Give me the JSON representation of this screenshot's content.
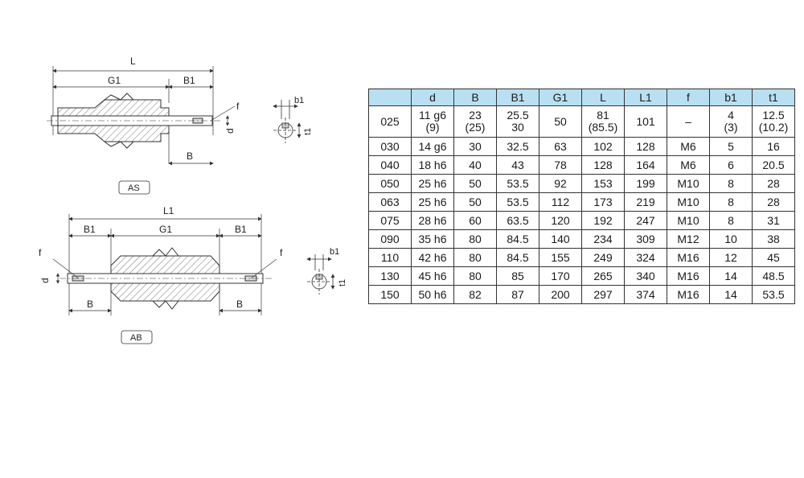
{
  "drawing": {
    "view_as": {
      "label": "AS",
      "dims": {
        "L": "L",
        "G1": "G1",
        "B1": "B1",
        "B": "B",
        "f": "f",
        "d": "d"
      }
    },
    "view_ab": {
      "label": "AB",
      "dims": {
        "L1": "L1",
        "B1_left": "B1",
        "G1": "G1",
        "B1_right": "B1",
        "B": "B",
        "B_right": "B",
        "f_left": "f",
        "f_right": "f",
        "d": "d"
      }
    },
    "key_as": {
      "b1": "b1",
      "t1": "t1"
    },
    "key_ab": {
      "b1": "b1",
      "t1": "t1"
    }
  },
  "table": {
    "headers": [
      "",
      "d",
      "B",
      "B1",
      "G1",
      "L",
      "L1",
      "f",
      "b1",
      "t1"
    ],
    "rows": [
      [
        "025",
        "11 g6\n(9)",
        "23\n(25)",
        "25.5\n30",
        "50",
        "81\n(85.5)",
        "101",
        "–",
        "4\n(3)",
        "12.5\n(10.2)"
      ],
      [
        "030",
        "14 g6",
        "30",
        "32.5",
        "63",
        "102",
        "128",
        "M6",
        "5",
        "16"
      ],
      [
        "040",
        "18 h6",
        "40",
        "43",
        "78",
        "128",
        "164",
        "M6",
        "6",
        "20.5"
      ],
      [
        "050",
        "25 h6",
        "50",
        "53.5",
        "92",
        "153",
        "199",
        "M10",
        "8",
        "28"
      ],
      [
        "063",
        "25 h6",
        "50",
        "53.5",
        "112",
        "173",
        "219",
        "M10",
        "8",
        "28"
      ],
      [
        "075",
        "28 h6",
        "60",
        "63.5",
        "120",
        "192",
        "247",
        "M10",
        "8",
        "31"
      ],
      [
        "090",
        "35 h6",
        "80",
        "84.5",
        "140",
        "234",
        "309",
        "M12",
        "10",
        "38"
      ],
      [
        "110",
        "42 h6",
        "80",
        "84.5",
        "155",
        "249",
        "324",
        "M16",
        "12",
        "45"
      ],
      [
        "130",
        "45 h6",
        "80",
        "85",
        "170",
        "265",
        "340",
        "M16",
        "14",
        "48.5"
      ],
      [
        "150",
        "50 h6",
        "82",
        "87",
        "200",
        "297",
        "374",
        "M16",
        "14",
        "53.5"
      ]
    ]
  },
  "colors": {
    "header_bg": "#b9e0f2",
    "line": "#333333",
    "hatch": "#555555"
  }
}
